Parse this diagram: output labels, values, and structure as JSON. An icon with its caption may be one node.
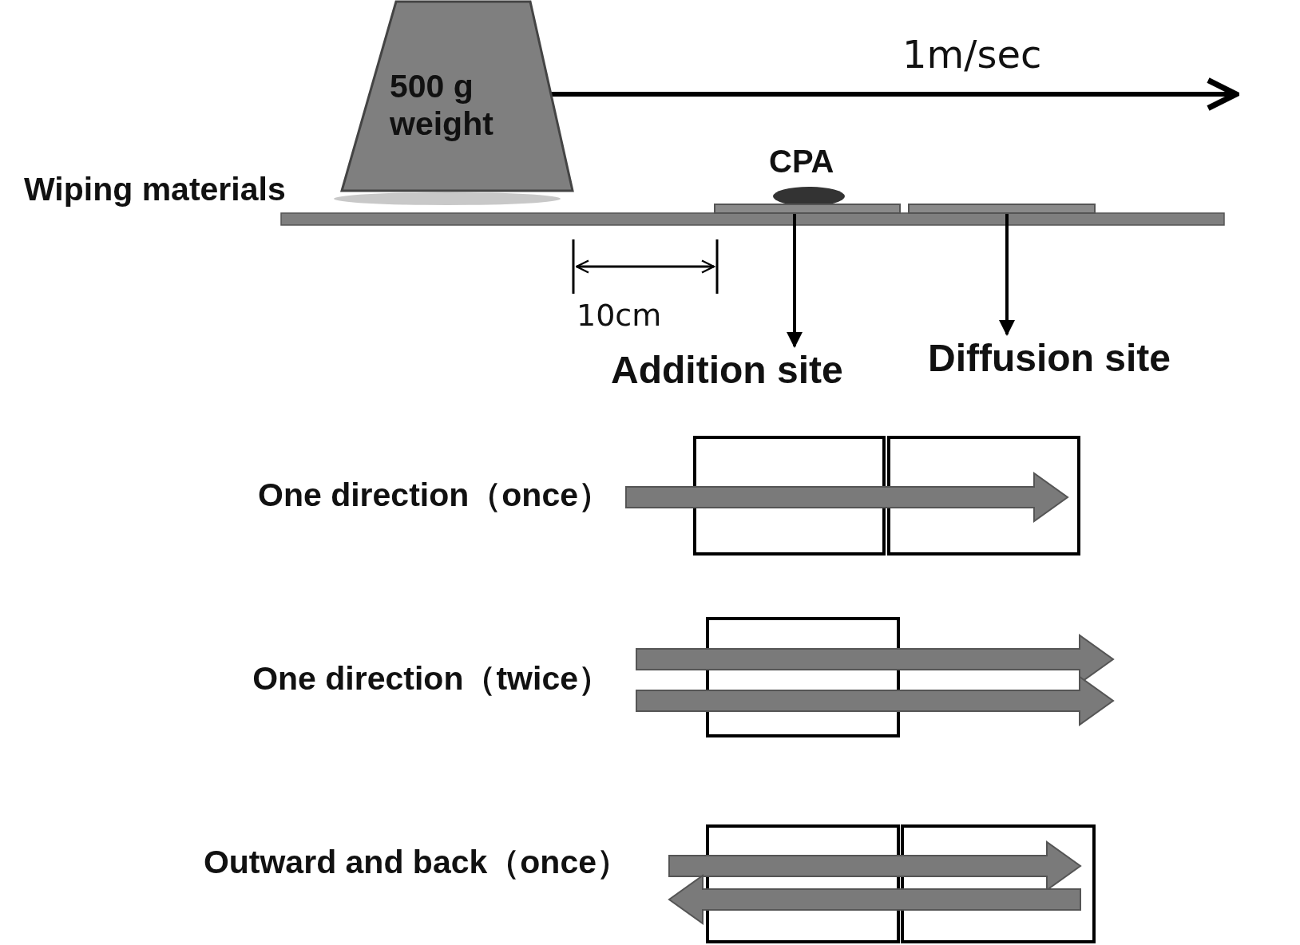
{
  "diagram": {
    "nodes": [
      {
        "text": [
          "500 g weight"
        ]
      },
      {
        "text": [],
        "shape": "bar"
      },
      {
        "text": [],
        "shape": "bar"
      },
      {
        "text": [
          "Addition site"
        ]
      },
      {
        "text": [
          "Diffusion site"
        ]
      }
    ],
    "edges": [
      {
        "from": 1,
        "to": 3,
        "arrow": "to"
      },
      {
        "from": 2,
        "to": 4,
        "arrow": "to"
      }
    ],
    "labels": [
      "1m/sec",
      "Wiping materials",
      "CPA",
      "10cm",
      "One direction（once）",
      "One direction（twice）",
      "Outward and back（once）"
    ]
  }
}
